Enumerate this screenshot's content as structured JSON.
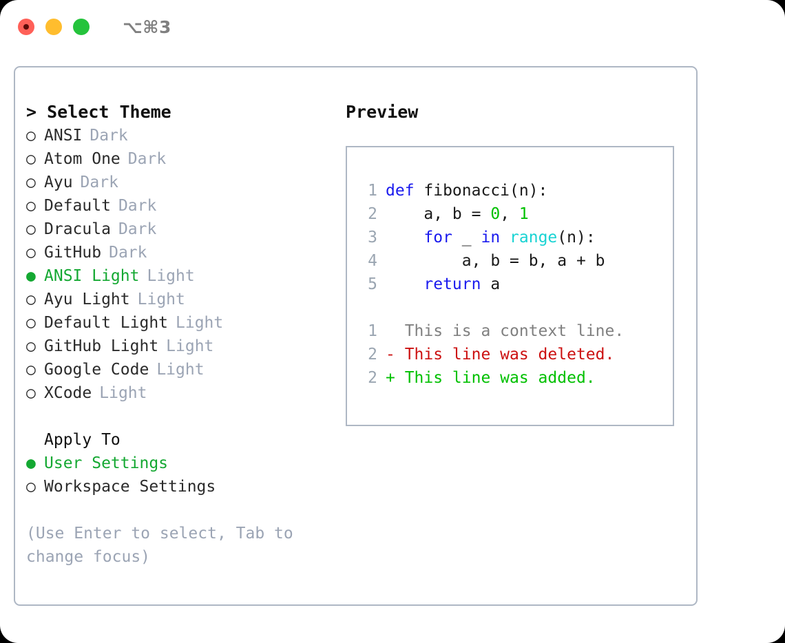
{
  "window": {
    "title": "⌥⌘3",
    "traffic_lights": [
      {
        "name": "close",
        "color": "#ff6058"
      },
      {
        "name": "minimize",
        "color": "#ffbd2e"
      },
      {
        "name": "maximize",
        "color": "#25c33c"
      }
    ]
  },
  "colors": {
    "accent_green": "#14a832",
    "panel_border": "#aeb7c4",
    "muted": "#9ba4b4",
    "keyword_blue": "#1a1aee",
    "builtin_cyan": "#19d3d3",
    "number_green": "#00c000",
    "diff_add": "#00c000",
    "diff_del": "#cc1111",
    "diff_ctx": "#808080",
    "lineno": "#9aa5b1"
  },
  "theme_picker": {
    "heading_caret": "> ",
    "heading": "Select Theme",
    "marker_unselected": "○",
    "marker_selected": "●",
    "options": [
      {
        "marker": "○",
        "name": "ANSI",
        "variant": "Dark",
        "selected": false
      },
      {
        "marker": "○",
        "name": "Atom One",
        "variant": "Dark",
        "selected": false
      },
      {
        "marker": "○",
        "name": "Ayu",
        "variant": "Dark",
        "selected": false
      },
      {
        "marker": "○",
        "name": "Default",
        "variant": "Dark",
        "selected": false
      },
      {
        "marker": "○",
        "name": "Dracula",
        "variant": "Dark",
        "selected": false
      },
      {
        "marker": "○",
        "name": "GitHub",
        "variant": "Dark",
        "selected": false
      },
      {
        "marker": "●",
        "name": "ANSI Light",
        "variant": "Light",
        "selected": true
      },
      {
        "marker": "○",
        "name": "Ayu Light",
        "variant": "Light",
        "selected": false
      },
      {
        "marker": "○",
        "name": "Default Light",
        "variant": "Light",
        "selected": false
      },
      {
        "marker": "○",
        "name": "GitHub Light",
        "variant": "Light",
        "selected": false
      },
      {
        "marker": "○",
        "name": "Google Code",
        "variant": "Light",
        "selected": false
      },
      {
        "marker": "○",
        "name": "XCode",
        "variant": "Light",
        "selected": false
      }
    ]
  },
  "apply_to": {
    "heading": "Apply To",
    "options": [
      {
        "marker": "●",
        "name": "User Settings",
        "selected": true
      },
      {
        "marker": "○",
        "name": "Workspace Settings",
        "selected": false
      }
    ]
  },
  "hint": "(Use Enter to select, Tab to change focus)",
  "preview": {
    "title": "Preview",
    "code_lines": [
      {
        "lineno": "1",
        "tokens": [
          {
            "text": "def",
            "type": "kw"
          },
          {
            "text": " fibonacci(n):",
            "type": "plain"
          }
        ]
      },
      {
        "lineno": "2",
        "tokens": [
          {
            "text": "    a, b = ",
            "type": "plain"
          },
          {
            "text": "0",
            "type": "num"
          },
          {
            "text": ", ",
            "type": "plain"
          },
          {
            "text": "1",
            "type": "num"
          }
        ]
      },
      {
        "lineno": "3",
        "tokens": [
          {
            "text": "    ",
            "type": "plain"
          },
          {
            "text": "for",
            "type": "kw"
          },
          {
            "text": " _ ",
            "type": "plain"
          },
          {
            "text": "in",
            "type": "kw"
          },
          {
            "text": " ",
            "type": "plain"
          },
          {
            "text": "range",
            "type": "builtin"
          },
          {
            "text": "(n):",
            "type": "plain"
          }
        ]
      },
      {
        "lineno": "4",
        "tokens": [
          {
            "text": "        a, b = b, a + b",
            "type": "plain"
          }
        ]
      },
      {
        "lineno": "5",
        "tokens": [
          {
            "text": "    ",
            "type": "plain"
          },
          {
            "text": "return",
            "type": "kw"
          },
          {
            "text": " a",
            "type": "plain"
          }
        ]
      }
    ],
    "diff_lines": [
      {
        "lineno": "1",
        "text": "  This is a context line.",
        "kind": "ctx"
      },
      {
        "lineno": "2",
        "text": "- This line was deleted.",
        "kind": "del"
      },
      {
        "lineno": "2",
        "text": "+ This line was added.",
        "kind": "add"
      }
    ]
  }
}
